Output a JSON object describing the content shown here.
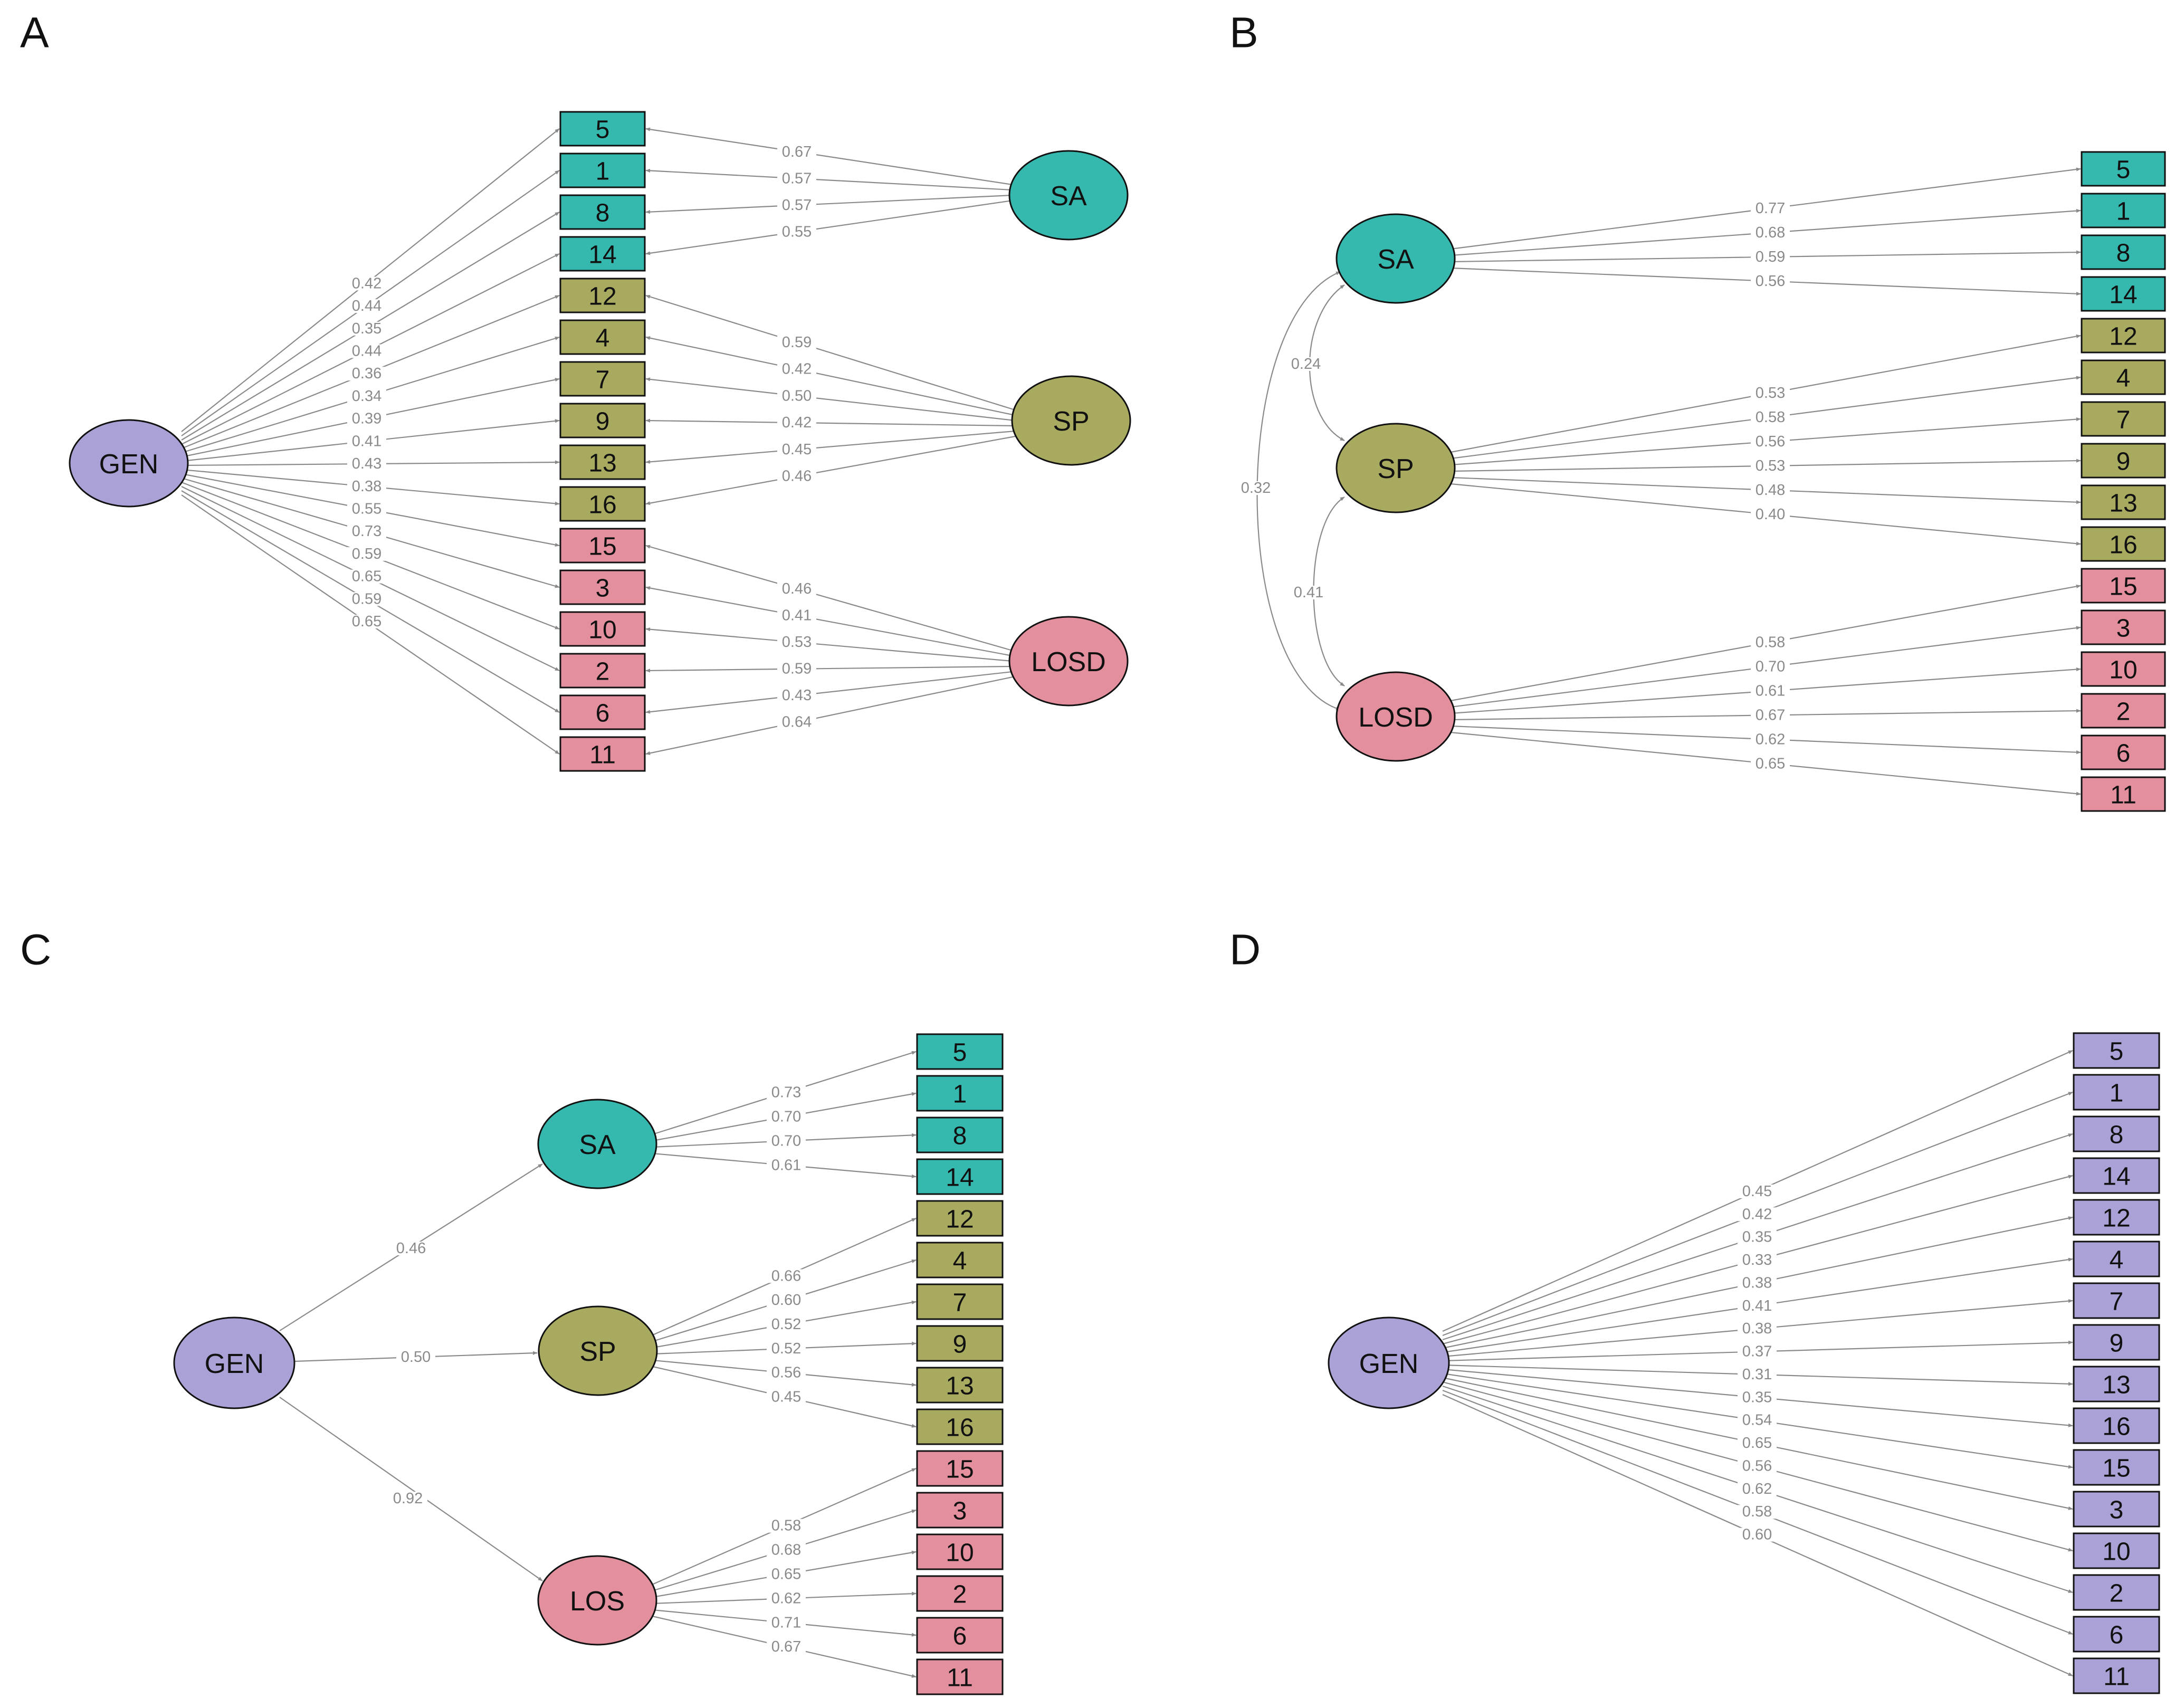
{
  "colors": {
    "SA": "#35b8ad",
    "SP": "#a8aa5f",
    "LOSD": "#e48f9e",
    "GEN": "#aaa2d6",
    "edge": "#8a8a8a",
    "edge_label": "#8a8a8a"
  },
  "panels": [
    {
      "letter": "A",
      "latents": {
        "GEN": "GEN",
        "SA": "SA",
        "SP": "SP",
        "LOSD": "LOSD"
      },
      "items": [
        {
          "label": "5",
          "factor": "SA"
        },
        {
          "label": "1",
          "factor": "SA"
        },
        {
          "label": "8",
          "factor": "SA"
        },
        {
          "label": "14",
          "factor": "SA"
        },
        {
          "label": "12",
          "factor": "SP"
        },
        {
          "label": "4",
          "factor": "SP"
        },
        {
          "label": "7",
          "factor": "SP"
        },
        {
          "label": "9",
          "factor": "SP"
        },
        {
          "label": "13",
          "factor": "SP"
        },
        {
          "label": "16",
          "factor": "SP"
        },
        {
          "label": "15",
          "factor": "LOSD"
        },
        {
          "label": "3",
          "factor": "LOSD"
        },
        {
          "label": "10",
          "factor": "LOSD"
        },
        {
          "label": "2",
          "factor": "LOSD"
        },
        {
          "label": "6",
          "factor": "LOSD"
        },
        {
          "label": "11",
          "factor": "LOSD"
        }
      ],
      "general_loadings": [
        "0.42",
        "0.44",
        "0.35",
        "0.44",
        "0.36",
        "0.34",
        "0.39",
        "0.41",
        "0.43",
        "0.38",
        "0.55",
        "0.73",
        "0.59",
        "0.65",
        "0.59",
        "0.65"
      ],
      "specific_loadings": {
        "SA": [
          "0.67",
          "0.57",
          "0.57",
          "0.55"
        ],
        "SP": [
          "0.59",
          "0.42",
          "0.50",
          "0.42",
          "0.45",
          "0.46"
        ],
        "LOSD": [
          "0.46",
          "0.41",
          "0.53",
          "0.59",
          "0.43",
          "0.64"
        ]
      }
    },
    {
      "letter": "B",
      "latents": {
        "SA": "SA",
        "SP": "SP",
        "LOSD": "LOSD"
      },
      "items": [
        {
          "label": "5",
          "factor": "SA"
        },
        {
          "label": "1",
          "factor": "SA"
        },
        {
          "label": "8",
          "factor": "SA"
        },
        {
          "label": "14",
          "factor": "SA"
        },
        {
          "label": "12",
          "factor": "SP"
        },
        {
          "label": "4",
          "factor": "SP"
        },
        {
          "label": "7",
          "factor": "SP"
        },
        {
          "label": "9",
          "factor": "SP"
        },
        {
          "label": "13",
          "factor": "SP"
        },
        {
          "label": "16",
          "factor": "SP"
        },
        {
          "label": "15",
          "factor": "LOSD"
        },
        {
          "label": "3",
          "factor": "LOSD"
        },
        {
          "label": "10",
          "factor": "LOSD"
        },
        {
          "label": "2",
          "factor": "LOSD"
        },
        {
          "label": "6",
          "factor": "LOSD"
        },
        {
          "label": "11",
          "factor": "LOSD"
        }
      ],
      "loadings": {
        "SA": [
          "0.77",
          "0.68",
          "0.59",
          "0.56"
        ],
        "SP": [
          "0.53",
          "0.58",
          "0.56",
          "0.53",
          "0.48",
          "0.40"
        ],
        "LOSD": [
          "0.58",
          "0.70",
          "0.61",
          "0.67",
          "0.62",
          "0.65"
        ]
      },
      "correlations": {
        "SA_SP": "0.24",
        "SP_LOSD": "0.41",
        "SA_LOSD": "0.32"
      }
    },
    {
      "letter": "C",
      "latents": {
        "GEN": "GEN",
        "SA": "SA",
        "SP": "SP",
        "LOSD": "LOS"
      },
      "items": [
        {
          "label": "5",
          "factor": "SA"
        },
        {
          "label": "1",
          "factor": "SA"
        },
        {
          "label": "8",
          "factor": "SA"
        },
        {
          "label": "14",
          "factor": "SA"
        },
        {
          "label": "12",
          "factor": "SP"
        },
        {
          "label": "4",
          "factor": "SP"
        },
        {
          "label": "7",
          "factor": "SP"
        },
        {
          "label": "9",
          "factor": "SP"
        },
        {
          "label": "13",
          "factor": "SP"
        },
        {
          "label": "16",
          "factor": "SP"
        },
        {
          "label": "15",
          "factor": "LOSD"
        },
        {
          "label": "3",
          "factor": "LOSD"
        },
        {
          "label": "10",
          "factor": "LOSD"
        },
        {
          "label": "2",
          "factor": "LOSD"
        },
        {
          "label": "6",
          "factor": "LOSD"
        },
        {
          "label": "11",
          "factor": "LOSD"
        }
      ],
      "higher_order": {
        "SA": "0.46",
        "SP": "0.50",
        "LOSD": "0.92"
      },
      "loadings": {
        "SA": [
          "0.73",
          "0.70",
          "0.70",
          "0.61"
        ],
        "SP": [
          "0.66",
          "0.60",
          "0.52",
          "0.52",
          "0.56",
          "0.45"
        ],
        "LOSD": [
          "0.58",
          "0.68",
          "0.65",
          "0.62",
          "0.71",
          "0.67"
        ]
      }
    },
    {
      "letter": "D",
      "latents": {
        "GEN": "GEN"
      },
      "items": [
        {
          "label": "5",
          "factor": "GEN"
        },
        {
          "label": "1",
          "factor": "GEN"
        },
        {
          "label": "8",
          "factor": "GEN"
        },
        {
          "label": "14",
          "factor": "GEN"
        },
        {
          "label": "12",
          "factor": "GEN"
        },
        {
          "label": "4",
          "factor": "GEN"
        },
        {
          "label": "7",
          "factor": "GEN"
        },
        {
          "label": "9",
          "factor": "GEN"
        },
        {
          "label": "13",
          "factor": "GEN"
        },
        {
          "label": "16",
          "factor": "GEN"
        },
        {
          "label": "15",
          "factor": "GEN"
        },
        {
          "label": "3",
          "factor": "GEN"
        },
        {
          "label": "10",
          "factor": "GEN"
        },
        {
          "label": "2",
          "factor": "GEN"
        },
        {
          "label": "6",
          "factor": "GEN"
        },
        {
          "label": "11",
          "factor": "GEN"
        }
      ],
      "loadings": [
        "0.45",
        "0.42",
        "0.35",
        "0.33",
        "0.38",
        "0.41",
        "0.38",
        "0.37",
        "0.31",
        "0.35",
        "0.54",
        "0.65",
        "0.56",
        "0.62",
        "0.58",
        "0.60"
      ]
    }
  ]
}
